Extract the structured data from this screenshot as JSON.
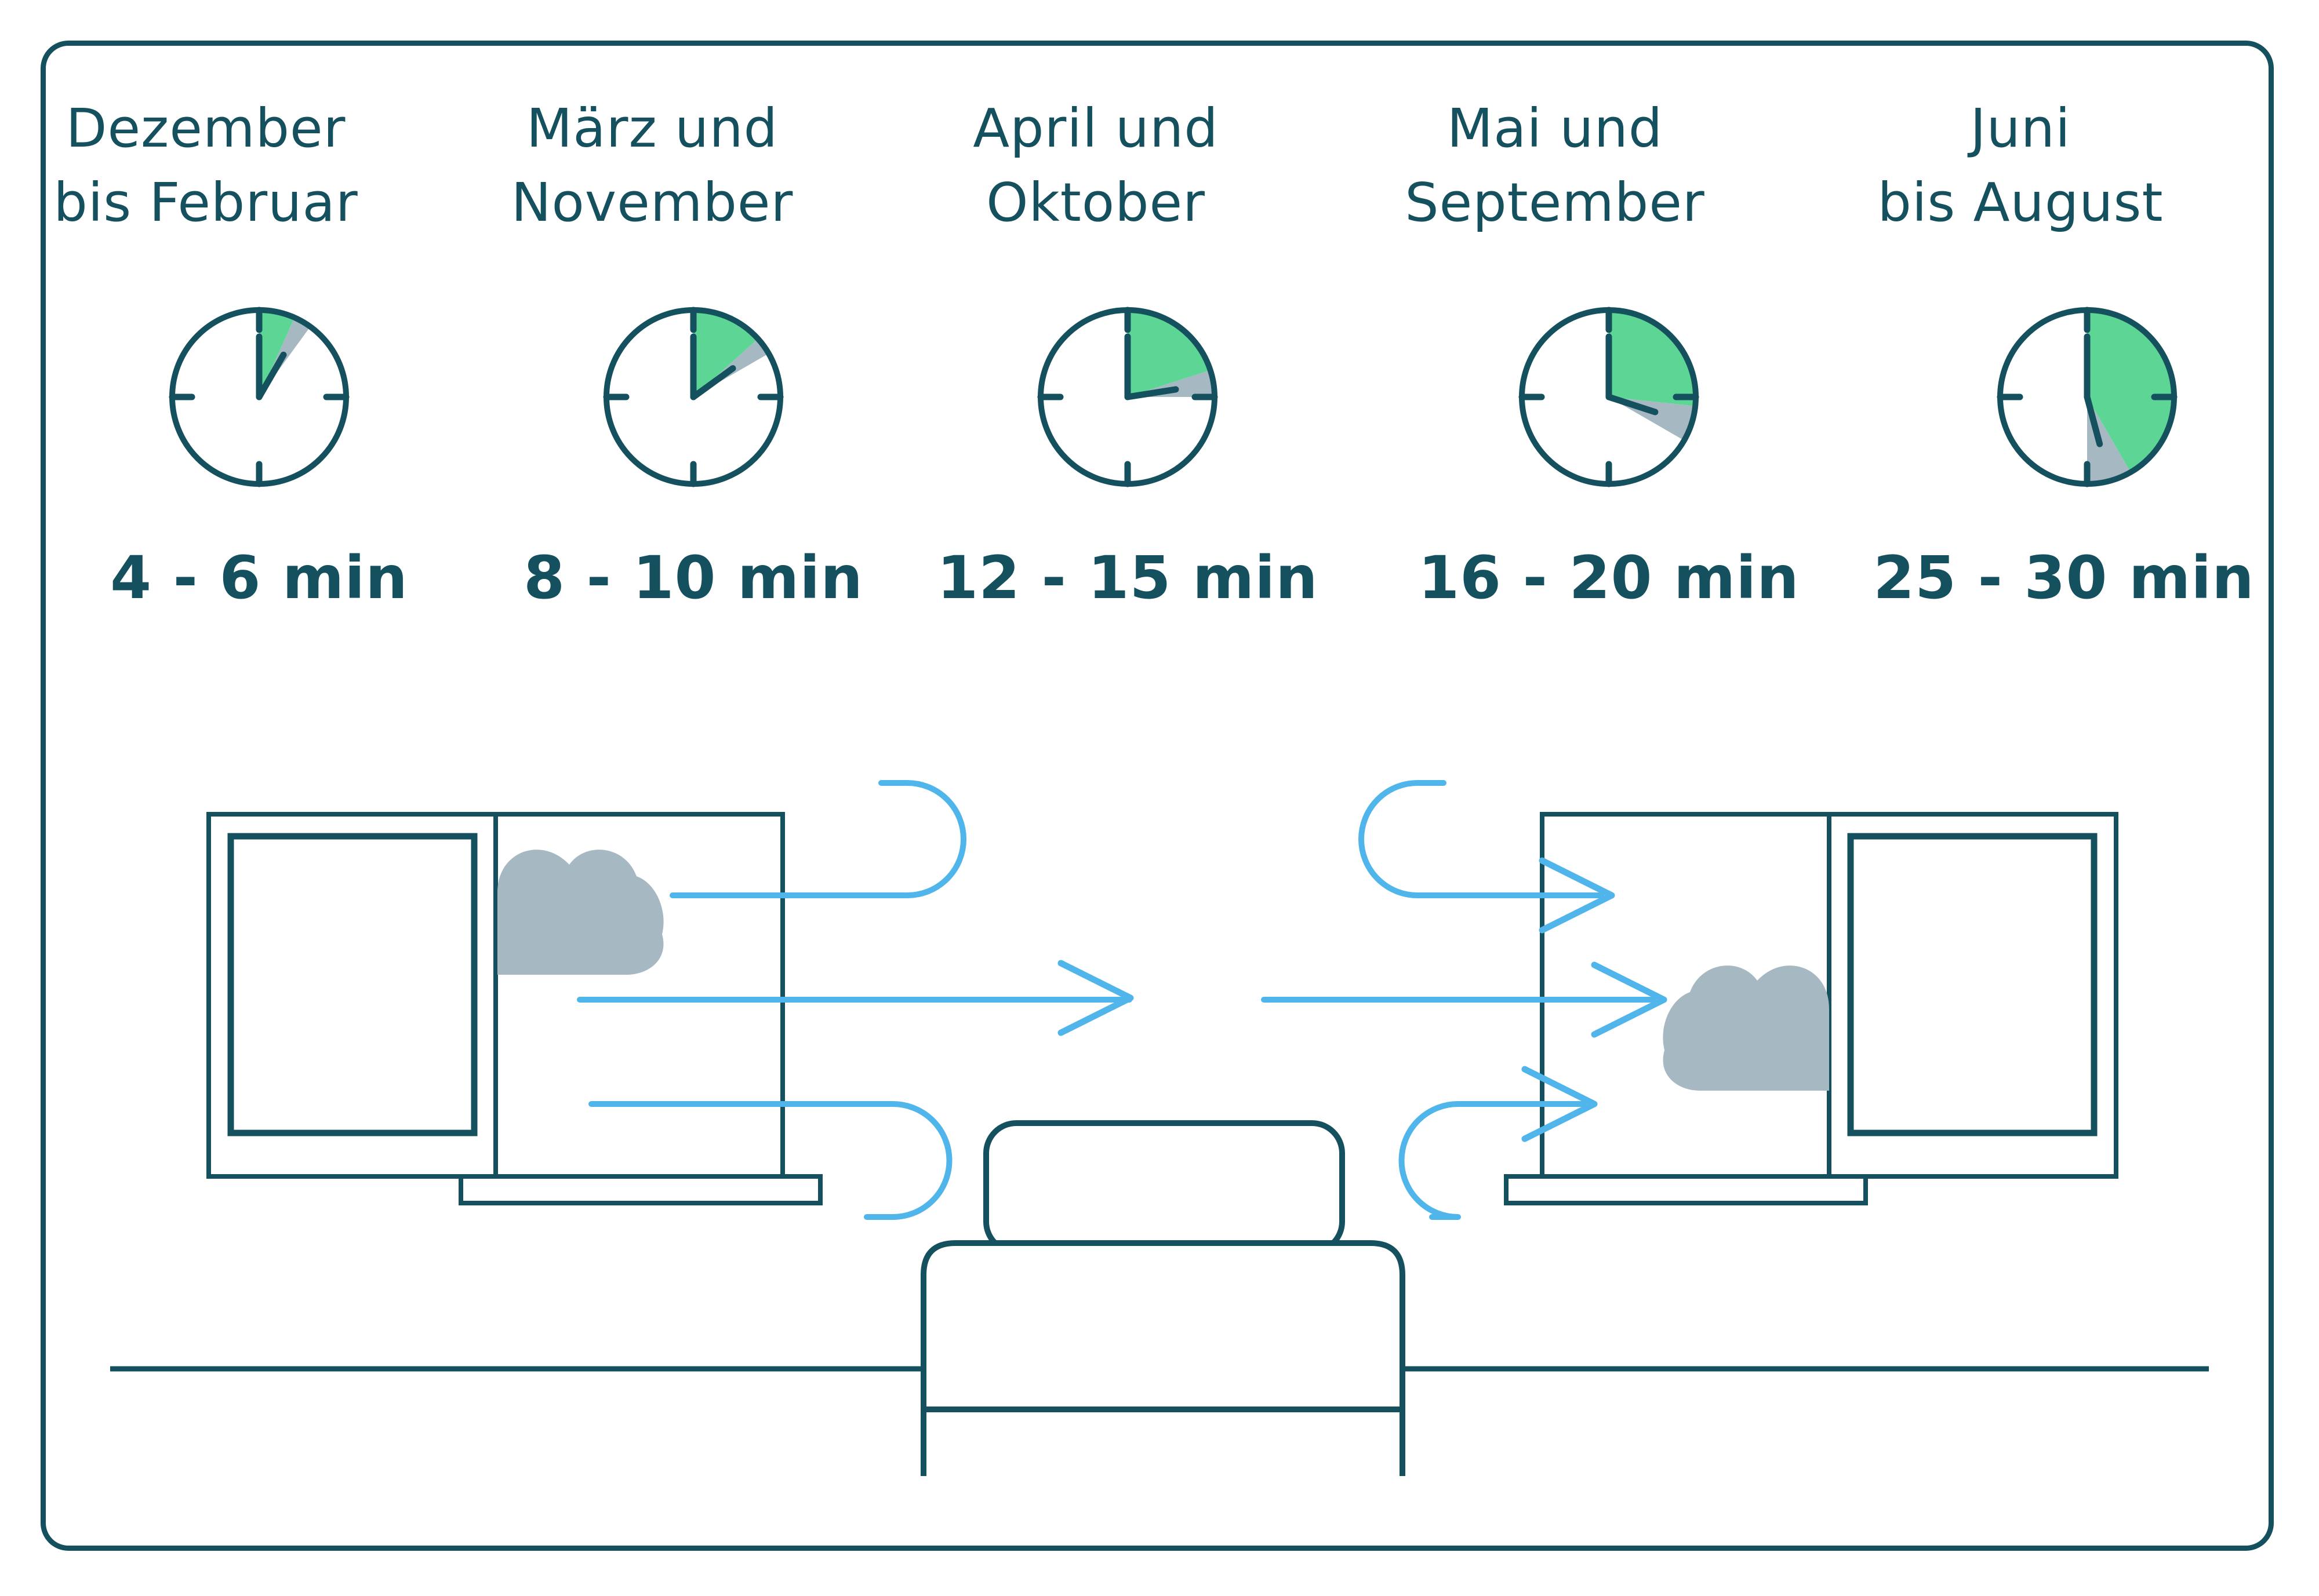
{
  "colors": {
    "dark_teal": "#15505f",
    "mint_green": "#5cd595",
    "gray_blue": "#a6b9c2",
    "sky_blue": "#4fb5ea",
    "background": "#ffffff"
  },
  "infographic": {
    "columns": [
      {
        "months": [
          "Dezember",
          "bis Februar"
        ],
        "duration_label": "4 - 6 min",
        "minutes_min": 4,
        "minutes_max": 6
      },
      {
        "months": [
          "März und",
          "November"
        ],
        "duration_label": "8 - 10 min",
        "minutes_min": 8,
        "minutes_max": 10
      },
      {
        "months": [
          "April und",
          "Oktober"
        ],
        "duration_label": "12 - 15 min",
        "minutes_min": 12,
        "minutes_max": 15
      },
      {
        "months": [
          "Mai und",
          "September"
        ],
        "duration_label": "16 - 20 min",
        "minutes_min": 16,
        "minutes_max": 20
      },
      {
        "months": [
          "Juni",
          "bis August"
        ],
        "duration_label": "25 - 30 min",
        "minutes_min": 25,
        "minutes_max": 30
      }
    ],
    "clock_full_scale_minutes": 60
  },
  "chart_data": {
    "type": "pictogram",
    "categories": [
      "Dezember bis Februar",
      "März und November",
      "April und Oktober",
      "Mai und September",
      "Juni bis August"
    ],
    "series": [
      {
        "name": "minutes_min",
        "values": [
          4,
          8,
          12,
          16,
          25
        ]
      },
      {
        "name": "minutes_max",
        "values": [
          6,
          10,
          15,
          20,
          30
        ]
      }
    ],
    "unit": "min",
    "legend_position": "none",
    "grid": false
  }
}
